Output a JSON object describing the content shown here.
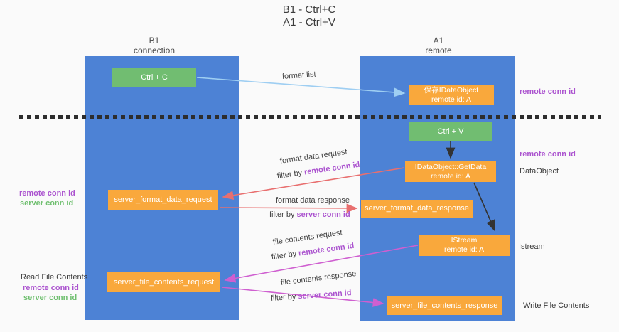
{
  "title": {
    "line1": "B1 - Ctrl+C",
    "line2": "A1 - Ctrl+V"
  },
  "columns": {
    "left": {
      "name": "B1",
      "role": "connection"
    },
    "right": {
      "name": "A1",
      "role": "remote"
    }
  },
  "nodes": {
    "ctrl_c": "Ctrl + C",
    "ctrl_v": "Ctrl + V",
    "save_idataobject": {
      "line1": "保存IDataObject",
      "line2": "remote id: A"
    },
    "getdata": {
      "line1": "IDataObject::GetData",
      "line2": "remote id: A"
    },
    "format_request": "server_format_data_request",
    "format_response": "server_format_data_response",
    "istream": {
      "line1": "IStream",
      "line2": "remote id: A"
    },
    "file_request": "server_file_contents_request",
    "file_response": "server_file_contents_response"
  },
  "flow_labels": {
    "format_list": "format list",
    "format_data_request": "format data request",
    "filter_remote_1": {
      "prefix": "filter by ",
      "id": "remote conn id"
    },
    "format_data_response": "format data response",
    "filter_server_1": {
      "prefix": "filter by ",
      "id": "server conn id"
    },
    "file_contents_request": "file contents request",
    "filter_remote_2": {
      "prefix": "filter by ",
      "id": "remote conn id"
    },
    "file_contents_response": "file contents response",
    "filter_server_2": {
      "prefix": "filter by ",
      "id": "server conn id"
    }
  },
  "side_labels": {
    "right_remote_top": "remote conn id",
    "right_remote_mid": "remote conn id",
    "dataobject": "DataObject",
    "istream": "Istream",
    "write_file_contents": "Write File Contents",
    "left_remote_top": "remote conn id",
    "left_server_top": "server conn id",
    "read_file_contents": "Read File Contents",
    "left_remote_bottom": "remote conn id",
    "left_server_bottom": "server conn id"
  },
  "colors": {
    "background": "#fafafa",
    "column_blue": "#4d82d5",
    "box_green": "#71bd71",
    "box_orange": "#f9a83c",
    "purple_text": "#ab53cf",
    "green_text": "#6fbf6f",
    "arrow_lightblue": "#9ecef2",
    "arrow_black": "#333333",
    "arrow_salmon": "#e86f6f",
    "arrow_magenta": "#cf5fd0",
    "separator": "#2d2d2d"
  }
}
